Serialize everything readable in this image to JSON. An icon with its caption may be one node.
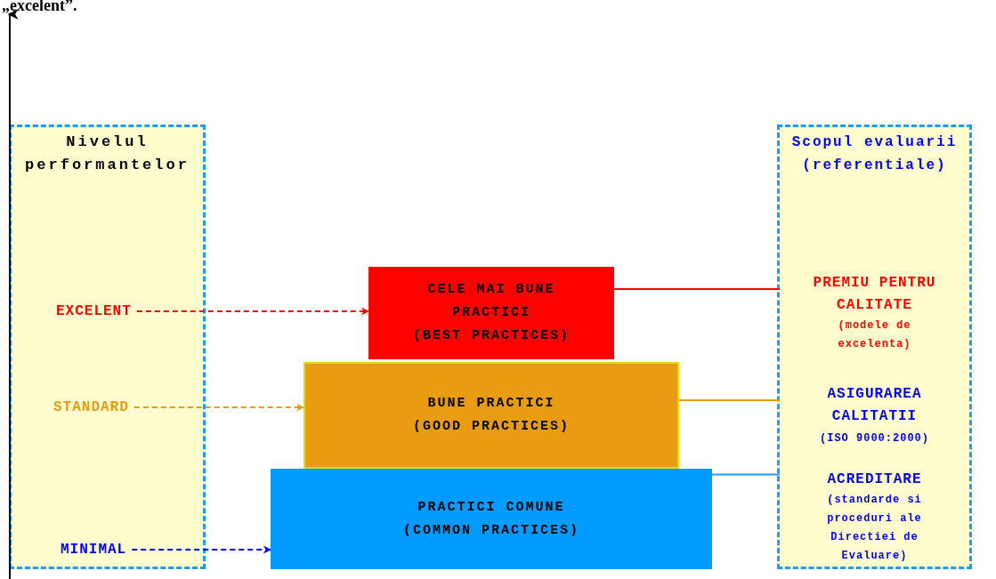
{
  "diagram": {
    "nodes": [
      {
        "text": [
          "Nivelul performantelor"
        ]
      },
      {
        "text": [
          "EXCELENT"
        ],
        "in": 0
      },
      {
        "text": [
          "STANDARD"
        ],
        "in": 0
      },
      {
        "text": [
          "MINIMAL"
        ],
        "in": 0
      },
      {
        "text": [
          "CELE MAI BUNE PRACTICI",
          "(BEST PRACTICES)"
        ]
      },
      {
        "text": [
          "BUNE PRACTICI",
          "(GOOD PRACTICES)"
        ]
      },
      {
        "text": [
          "PRACTICI COMUNE",
          "(COMMON PRACTICES)"
        ]
      },
      {
        "text": [
          "Scopul evaluarii (referentiale)"
        ]
      },
      {
        "text": [
          "PREMIU PENTRU CALITATE",
          "(modele de excelenta)"
        ],
        "in": 7
      },
      {
        "text": [
          "ASIGURAREA CALITATII",
          "(ISO 9000:2000)"
        ],
        "in": 7
      },
      {
        "text": [
          "ACREDITARE",
          "(standarde si proceduri ale Directiei de Evaluare)"
        ],
        "in": 7
      }
    ],
    "edges": [
      {
        "from": 1,
        "to": 4,
        "arrow": "to",
        "style": "dashed",
        "color": "#ff0000"
      },
      {
        "from": 2,
        "to": 5,
        "arrow": "to",
        "style": "dashed",
        "color": "#e89c12"
      },
      {
        "from": 3,
        "to": 6,
        "arrow": "to",
        "style": "dashed",
        "color": "#0000ee"
      },
      {
        "from": 4,
        "to": 8,
        "arrow": "none",
        "color": "#ff0000"
      },
      {
        "from": 5,
        "to": 9,
        "arrow": "none",
        "color": "#e89c12"
      },
      {
        "from": 6,
        "to": 10,
        "arrow": "none",
        "color": "#1e9bff"
      }
    ],
    "labels": [
      "„excelent”."
    ]
  }
}
